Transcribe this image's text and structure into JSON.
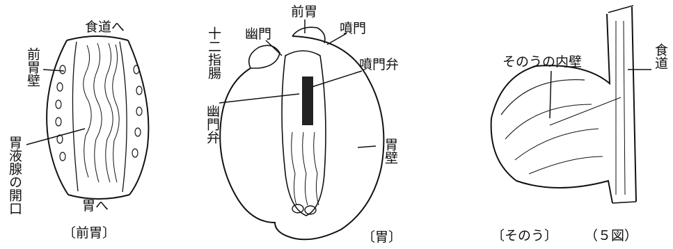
{
  "proventriculus": {
    "to_esophagus": "食道へ",
    "to_stomach": "胃へ",
    "wall": "前胃壁",
    "gland_openings": "胃液腺の開口",
    "caption": "〔前胃〕"
  },
  "stomach": {
    "proventriculus": "前胃",
    "pylorus": "幽門",
    "cardia": "噴門",
    "duodenum": "十二指腸",
    "cardiac_valve": "噴門弁",
    "pyloric_valve": "幽門弁",
    "wall": "胃壁",
    "caption": "〔胃〕"
  },
  "crop": {
    "inner_wall": "そのうの内壁",
    "esophagus": "食道",
    "caption": "〔そのう〕"
  },
  "figure_number": "（５図）"
}
